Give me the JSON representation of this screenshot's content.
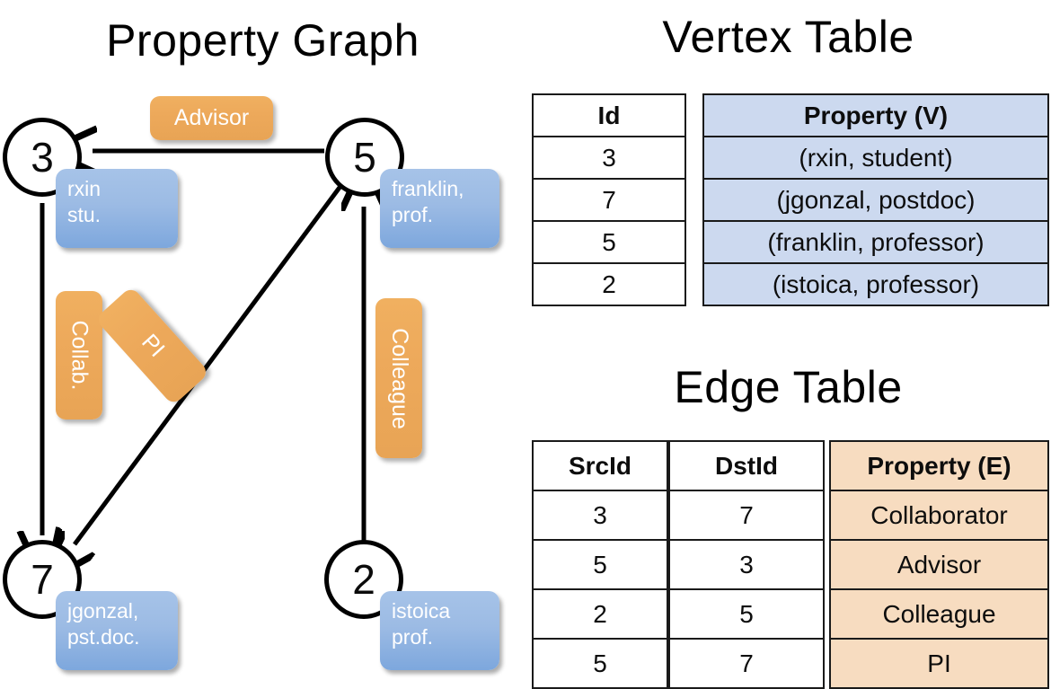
{
  "titles": {
    "graph": "Property Graph",
    "vertex_table": "Vertex Table",
    "edge_table": "Edge Table"
  },
  "colors": {
    "vertex_property_fill": "#ccd9ef",
    "edge_property_fill": "#f7dcc0",
    "node_property_box": "#9cbbe4",
    "edge_label_box": "#eda95b",
    "stroke": "#000000",
    "background": "#ffffff"
  },
  "graph": {
    "nodes": [
      {
        "id": "3",
        "property_line1": "rxin",
        "property_line2": "stu."
      },
      {
        "id": "5",
        "property_line1": "franklin,",
        "property_line2": "prof."
      },
      {
        "id": "7",
        "property_line1": "jgonzal,",
        "property_line2": "pst.doc."
      },
      {
        "id": "2",
        "property_line1": "istoica",
        "property_line2": "prof."
      }
    ],
    "edge_labels": [
      {
        "label": "Advisor",
        "orientation": "horizontal"
      },
      {
        "label": "Collab.",
        "orientation": "vertical"
      },
      {
        "label": "PI",
        "orientation": "rotated"
      },
      {
        "label": "Colleague",
        "orientation": "vertical"
      }
    ],
    "edges": [
      {
        "src": "5",
        "dst": "3",
        "label": "Advisor"
      },
      {
        "src": "3",
        "dst": "7",
        "label": "Collab."
      },
      {
        "src": "5",
        "dst": "7",
        "label": "PI"
      },
      {
        "src": "2",
        "dst": "5",
        "label": "Colleague"
      }
    ]
  },
  "vertex_table": {
    "id_header": "Id",
    "property_header": "Property (V)",
    "rows": [
      {
        "id": "3",
        "property": "(rxin, student)"
      },
      {
        "id": "7",
        "property": "(jgonzal, postdoc)"
      },
      {
        "id": "5",
        "property": "(franklin, professor)"
      },
      {
        "id": "2",
        "property": "(istoica, professor)"
      }
    ]
  },
  "edge_table": {
    "src_header": "SrcId",
    "dst_header": "DstId",
    "property_header": "Property (E)",
    "rows": [
      {
        "src": "3",
        "dst": "7",
        "property": "Collaborator"
      },
      {
        "src": "5",
        "dst": "3",
        "property": "Advisor"
      },
      {
        "src": "2",
        "dst": "5",
        "property": "Colleague"
      },
      {
        "src": "5",
        "dst": "7",
        "property": "PI"
      }
    ]
  }
}
